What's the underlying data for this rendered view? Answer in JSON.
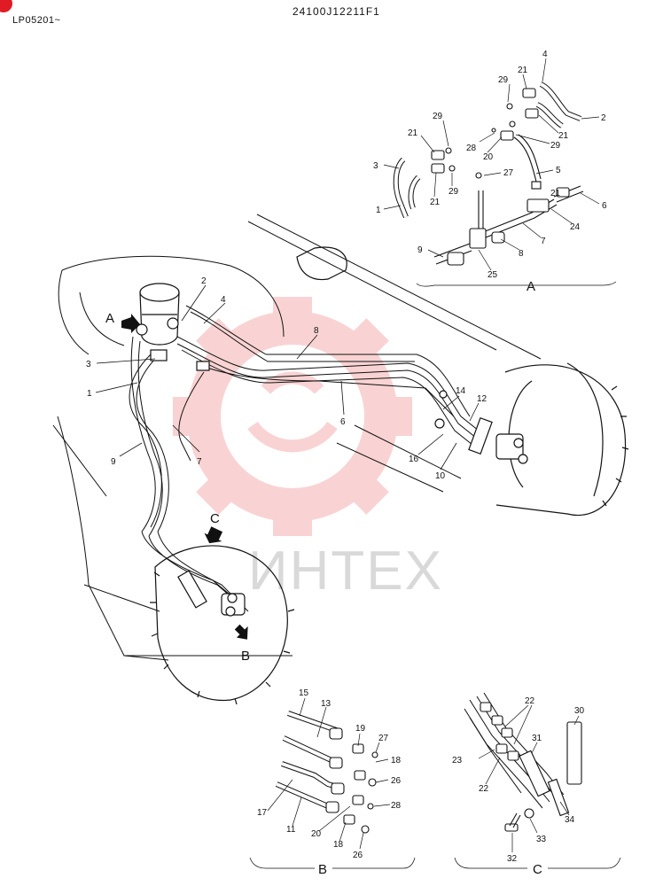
{
  "header": {
    "page_code": "LP05201~",
    "drawing_code": "24100J12211F1"
  },
  "watermark": {
    "text": "ИНТЕХ",
    "color": "#f2a0a0"
  },
  "section_views": [
    "A",
    "B",
    "C"
  ],
  "view_arrows": [
    "A",
    "B",
    "C"
  ],
  "main_labels": [
    "2",
    "4",
    "8",
    "3",
    "1",
    "9",
    "7",
    "6",
    "14",
    "12",
    "16",
    "10"
  ],
  "view_a_labels": [
    "4",
    "29",
    "21",
    "2",
    "29",
    "21",
    "21",
    "28",
    "20",
    "29",
    "3",
    "21",
    "29",
    "27",
    "5",
    "1",
    "21",
    "6",
    "24",
    "7",
    "9",
    "8",
    "25"
  ],
  "view_b_labels": [
    "15",
    "13",
    "19",
    "27",
    "18",
    "26",
    "17",
    "28",
    "11",
    "20",
    "18",
    "26"
  ],
  "view_c_labels": [
    "22",
    "30",
    "31",
    "23",
    "22",
    "34",
    "33",
    "32"
  ],
  "colors": {
    "ink": "#111111",
    "badge": "#e01b24"
  }
}
